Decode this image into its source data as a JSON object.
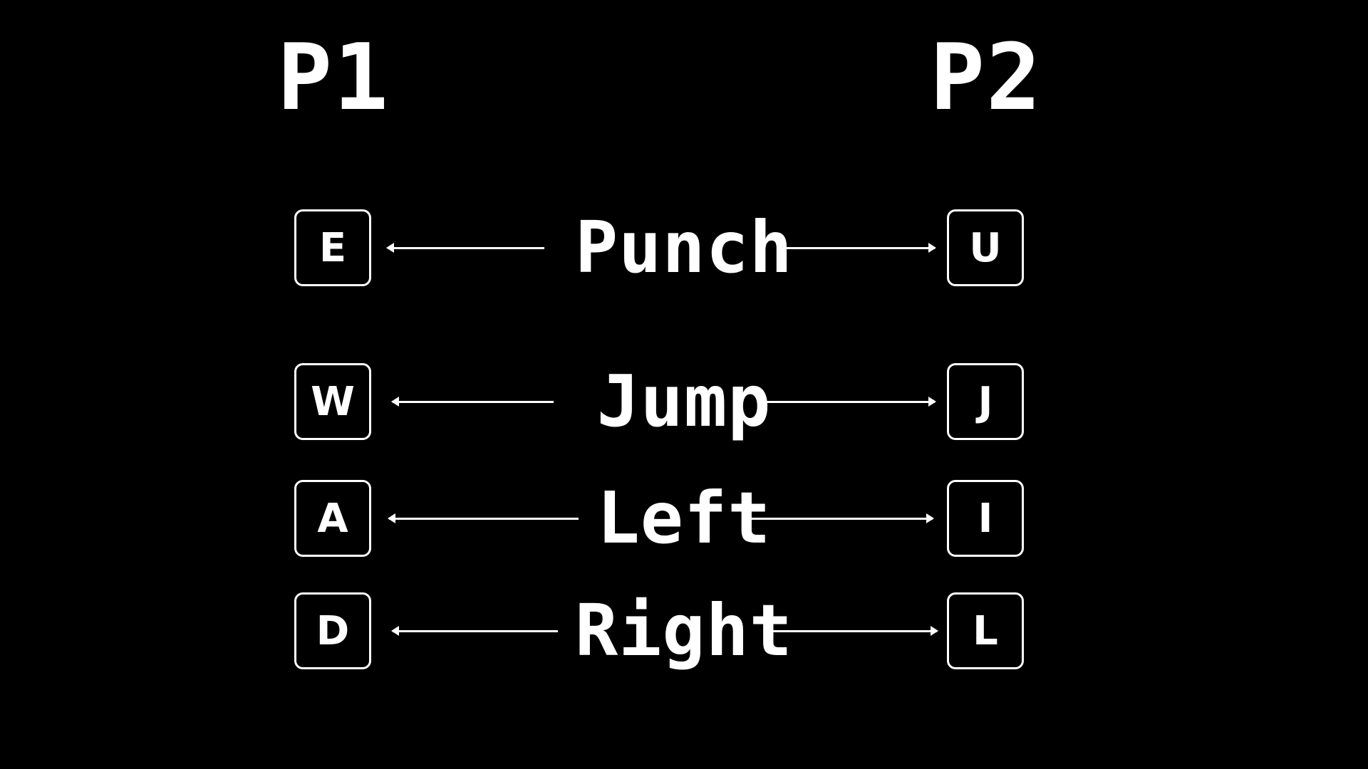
{
  "players": {
    "p1": "P1",
    "p2": "P2"
  },
  "bindings": [
    {
      "action": "Punch",
      "p1_key": "E",
      "p2_key": "U"
    },
    {
      "action": "Jump",
      "p1_key": "W",
      "p2_key": "J"
    },
    {
      "action": "Left",
      "p1_key": "A",
      "p2_key": "I"
    },
    {
      "action": "Right",
      "p1_key": "D",
      "p2_key": "L"
    }
  ],
  "colors": {
    "background": "#000000",
    "foreground": "#ffffff"
  }
}
